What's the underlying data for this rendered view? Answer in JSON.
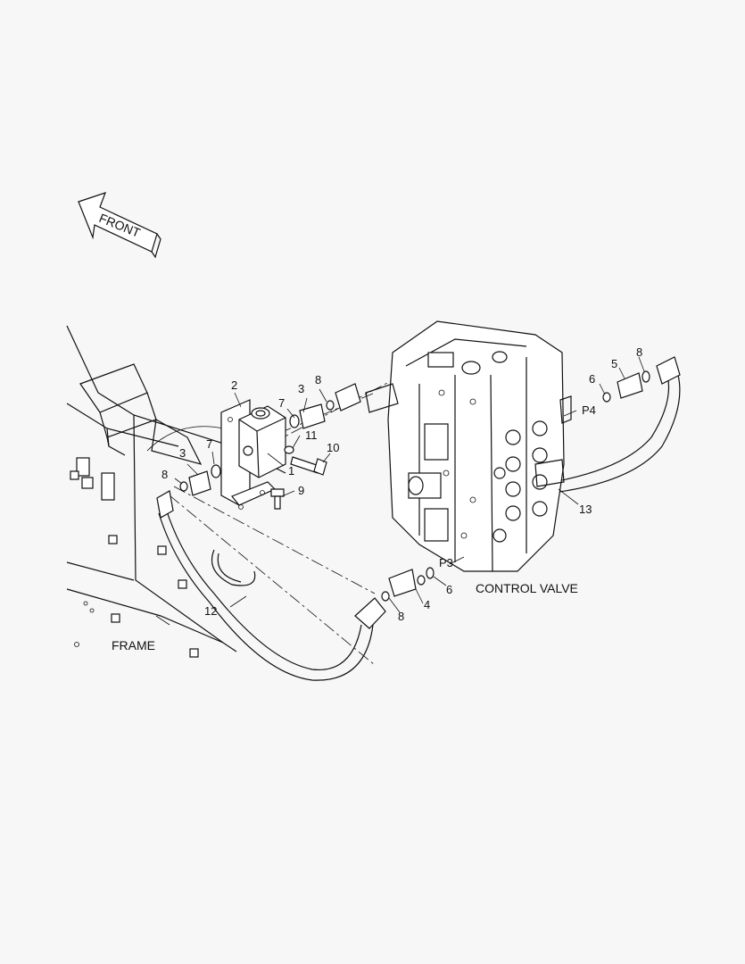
{
  "diagram": {
    "front_label": "FRONT",
    "frame_label": "FRAME",
    "control_valve_label": "CONTROL VALVE",
    "ports": {
      "p3": "P3",
      "p4": "P4"
    },
    "callouts": {
      "c1": "1",
      "c2": "2",
      "c3a": "3",
      "c3b": "3",
      "c4": "4",
      "c5": "5",
      "c6a": "6",
      "c6b": "6",
      "c7a": "7",
      "c7b": "7",
      "c8a": "8",
      "c8b": "8",
      "c8c": "8",
      "c8d": "8",
      "c9": "9",
      "c10": "10",
      "c11": "11",
      "c12": "12",
      "c13": "13"
    }
  }
}
